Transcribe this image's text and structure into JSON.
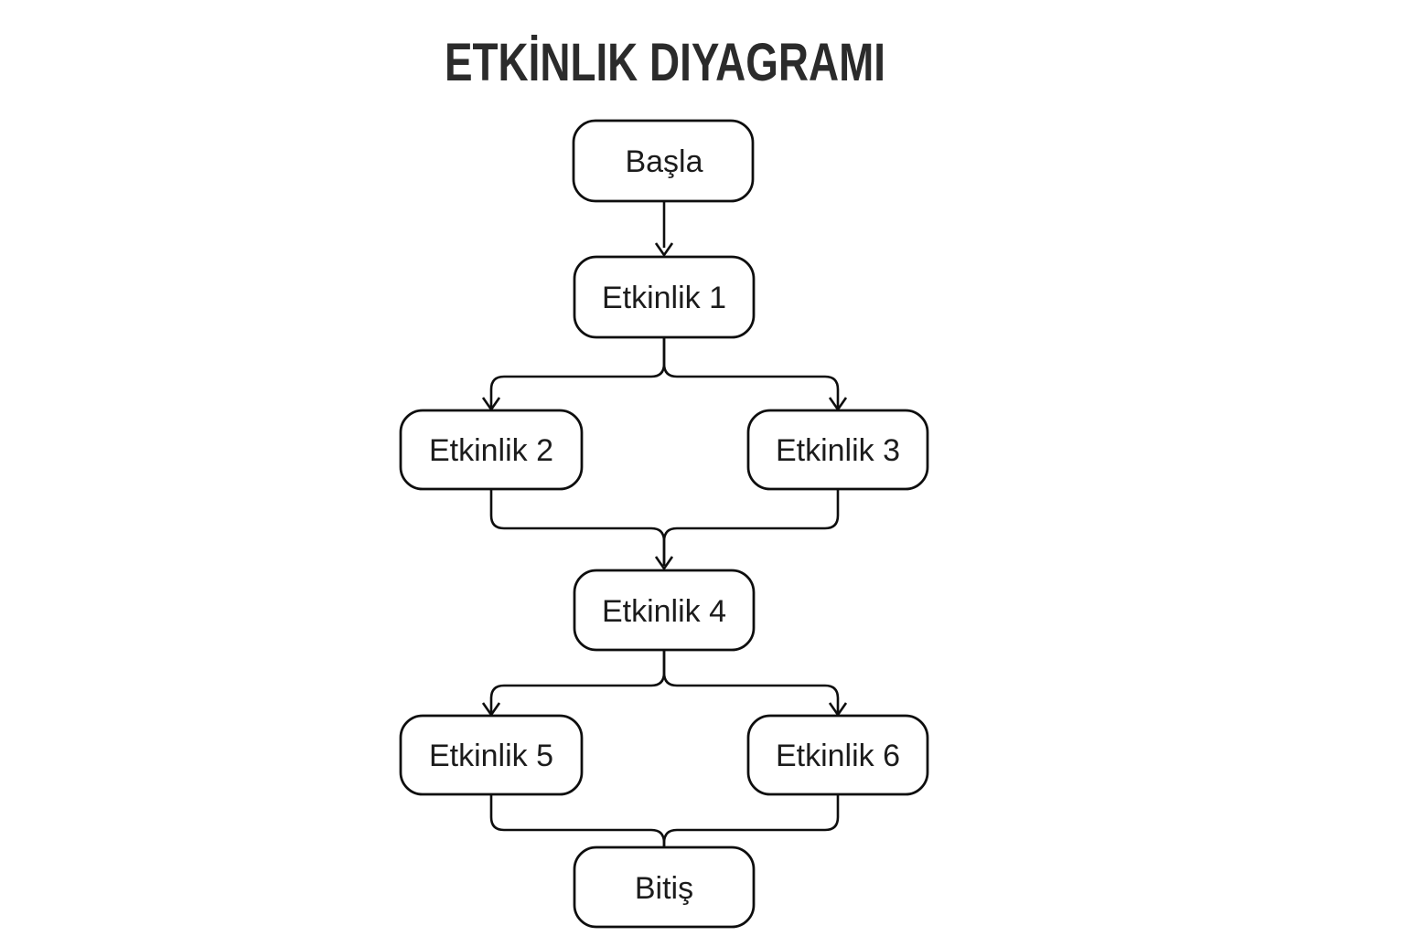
{
  "diagram": {
    "title": "ETKİNLIK DIYAGRAMI",
    "type": "flowchart",
    "nodes": [
      {
        "id": "basla",
        "label": "Başla"
      },
      {
        "id": "etkinlik-1",
        "label": "Etkinlik 1"
      },
      {
        "id": "etkinlik-2",
        "label": "Etkinlik 2"
      },
      {
        "id": "etkinlik-3",
        "label": "Etkinlik 3"
      },
      {
        "id": "etkinlik-4",
        "label": "Etkinlik 4"
      },
      {
        "id": "etkinlik-5",
        "label": "Etkinlik 5"
      },
      {
        "id": "etkinlik-6",
        "label": "Etkinlik 6"
      },
      {
        "id": "bitis",
        "label": "Bitiş"
      }
    ],
    "edges": [
      {
        "from": "basla",
        "to": "etkinlik-1",
        "arrowhead": true
      },
      {
        "from": "etkinlik-1",
        "to": "etkinlik-2",
        "arrowhead": true
      },
      {
        "from": "etkinlik-1",
        "to": "etkinlik-3",
        "arrowhead": true
      },
      {
        "from": "etkinlik-2",
        "to": "etkinlik-4",
        "arrowhead": true
      },
      {
        "from": "etkinlik-3",
        "to": "etkinlik-4",
        "arrowhead": true
      },
      {
        "from": "etkinlik-4",
        "to": "etkinlik-5",
        "arrowhead": true
      },
      {
        "from": "etkinlik-4",
        "to": "etkinlik-6",
        "arrowhead": true
      },
      {
        "from": "etkinlik-5",
        "to": "bitis",
        "arrowhead": false
      },
      {
        "from": "etkinlik-6",
        "to": "bitis",
        "arrowhead": false
      }
    ],
    "colors": {
      "background": "#ffffff",
      "node_fill": "#ffffff",
      "stroke": "#0e0e0e",
      "node_text": "#1c1c1c",
      "title_text": "#2b2b2b"
    }
  }
}
